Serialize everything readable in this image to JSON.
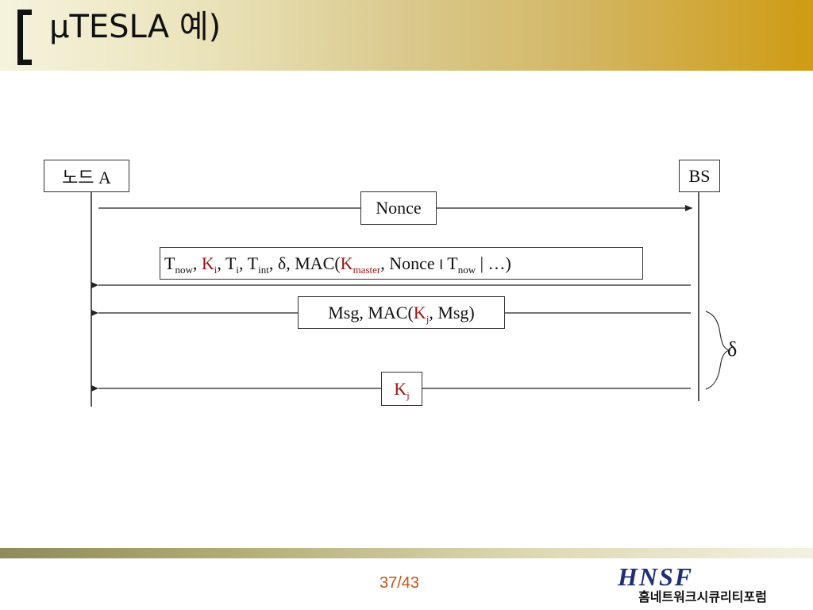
{
  "slide": {
    "title": "μTESLA 예)",
    "page_number": "37/43"
  },
  "diagram": {
    "node_a_label": "노드 A",
    "bs_label": "BS",
    "nonce_label": "Nonce",
    "msg2": {
      "t": "T",
      "now_sub": "now",
      "k": "K",
      "i_sub": "i",
      "t2": "T",
      "i_sub2": "i",
      "t3": "T",
      "int_sub": "int",
      "rest1": ", δ, MAC(",
      "k_master": "K",
      "master_sub": "master",
      "rest2": ", Nonce ",
      "sep": "I",
      "t4": " T",
      "now_sub2": "now",
      "rest3": " | …)"
    },
    "msg3": {
      "pre": "Msg, MAC(",
      "k": "K",
      "j_sub": "j",
      "post": ", Msg)"
    },
    "msg4": {
      "k": "K",
      "j_sub": "j"
    },
    "delta_label": "δ"
  },
  "footer": {
    "logo_text": "HNSF",
    "logo_subtitle": "홈네트워크시큐리티포럼"
  },
  "colors": {
    "highlight_key": "#a01414",
    "page_number": "#c4551c",
    "logo": "#1d2f77"
  }
}
